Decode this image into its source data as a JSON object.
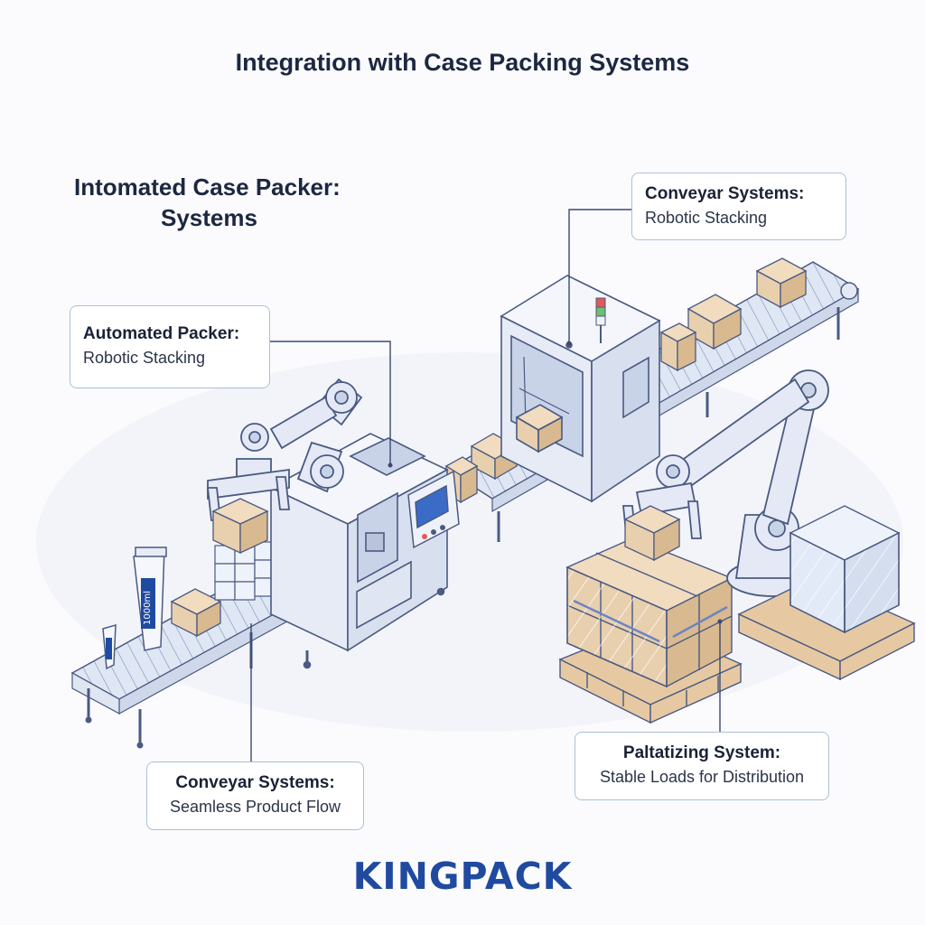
{
  "title": "Integration with Case Packing Systems",
  "section_heading": {
    "line1": "Intomated Case Packer:",
    "line2": "Systems"
  },
  "callouts": {
    "conveyor_top": {
      "title": "Conveyar Systems:",
      "subtitle": "Robotic Stacking"
    },
    "automated_packer": {
      "title": "Automated Packer:",
      "subtitle": "Robotic Stacking"
    },
    "conveyor_bottom": {
      "title": "Conveyar Systems:",
      "subtitle": "Seamless Product Flow"
    },
    "palletizing": {
      "title": "Paltatizing System:",
      "subtitle": "Stable Loads for Distribution"
    }
  },
  "product_label": "1000ml",
  "brand": "KINGPACK",
  "colors": {
    "brand_blue": "#1f4aa0",
    "machine_fill": "#eef1f8",
    "outline": "#4a5a82",
    "cardboard": "#e8cfae",
    "pallet_wood": "#e6c9a3",
    "callout_border": "#a9c0d8"
  },
  "icons": [
    "robot-arm",
    "case-packer-machine",
    "conveyor-belt",
    "control-panel",
    "signal-light",
    "pallet",
    "stretch-wrap",
    "product-tube"
  ]
}
